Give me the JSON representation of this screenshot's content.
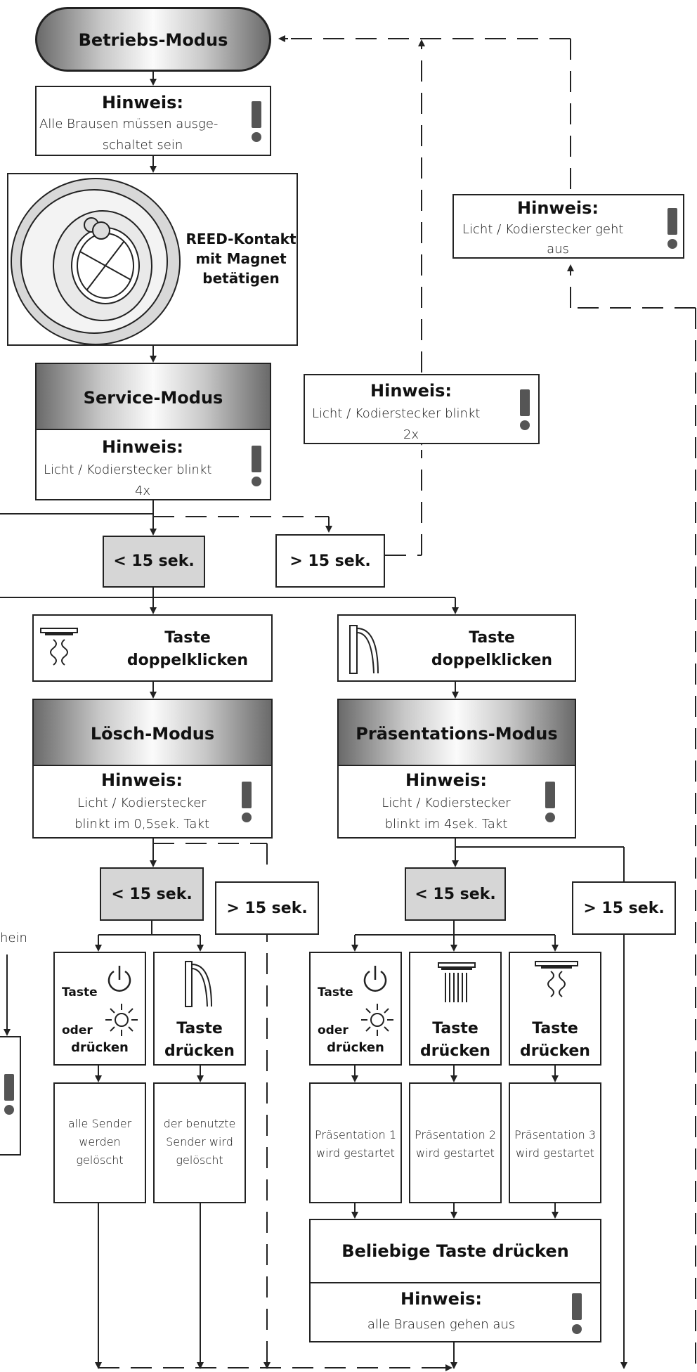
{
  "betriebs_modus": "Betriebs-Modus",
  "hinweis_label": "Hinweis:",
  "hinweis_brausen_1": "Alle Brausen müssen ausge-",
  "hinweis_brausen_2": "schaltet sein",
  "reed_1": "REED-Kontakt",
  "reed_2": "mit Magnet",
  "reed_3": "betätigen",
  "service_modus": "Service-Modus",
  "blinkt_4x_1": "Licht / Kodierstecker blinkt",
  "blinkt_4x_2": "4x",
  "blinkt_2x_1": "Licht / Kodierstecker blinkt",
  "blinkt_2x_2": "2x",
  "geht_aus_1": "Licht / Kodierstecker geht",
  "geht_aus_2": "aus",
  "lt15": "< 15 sek.",
  "gt15": "> 15 sek.",
  "taste": "Taste",
  "doppelklicken": "doppelklicken",
  "loesch_modus": "Lösch-Modus",
  "praes_modus": "Präsentations-Modus",
  "licht_kod": "Licht / Kodierstecker",
  "blinkt_05": "blinkt im 0,5sek. Takt",
  "blinkt_4s": "blinkt im 4sek. Takt",
  "oder": "oder",
  "druecken": "drücken",
  "alle_sender": [
    "alle Sender",
    "werden",
    "gelöscht"
  ],
  "benutzte_sender": [
    "der benutzte",
    "Sender wird",
    "gelöscht"
  ],
  "praes1": [
    "Präsentation 1",
    "wird gestartet"
  ],
  "praes2": [
    "Präsentation 2",
    "wird gestartet"
  ],
  "praes3": [
    "Präsentation 3",
    "wird gestartet"
  ],
  "beliebige": "Beliebige Taste drücken",
  "alle_brausen_aus": "alle Brausen gehen aus",
  "left_cut_text": "hein"
}
